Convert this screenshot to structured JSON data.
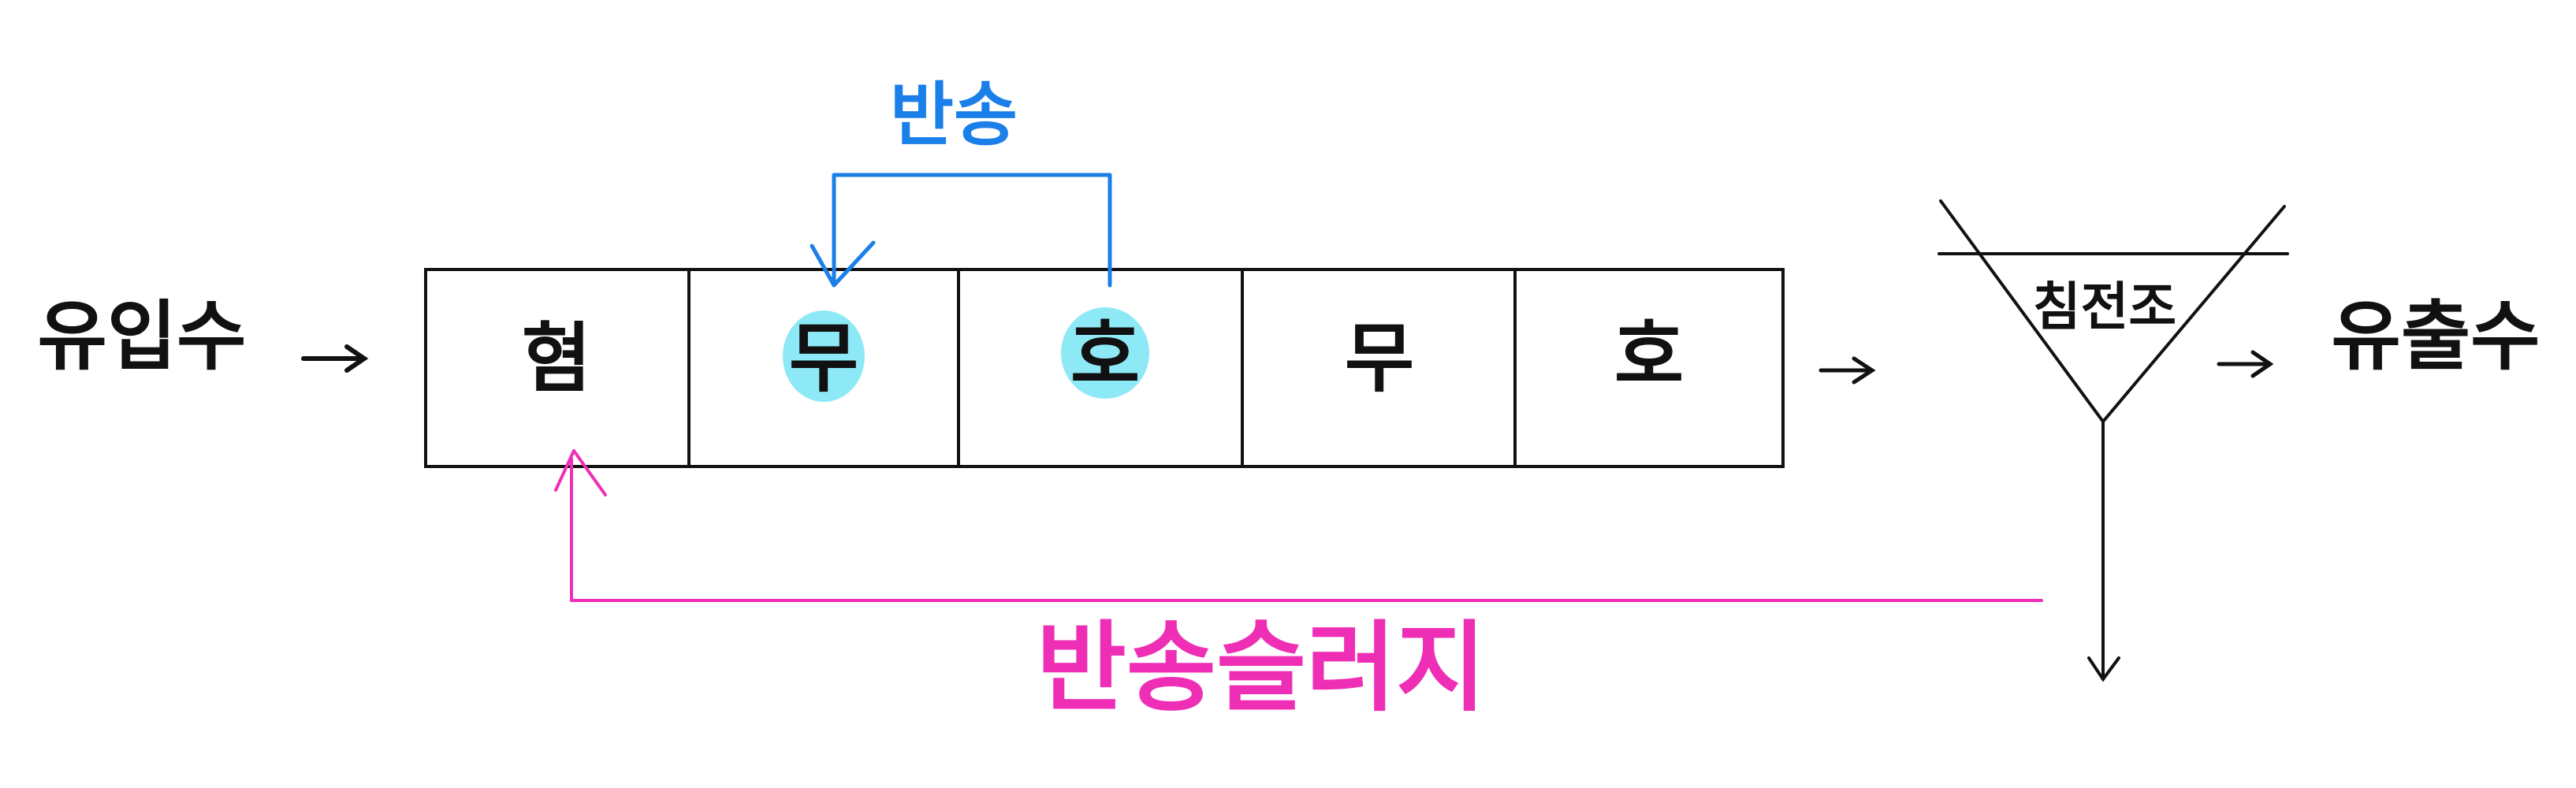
{
  "colors": {
    "ink": "#111111",
    "recycle_blue": "#1a7fe8",
    "sludge_pink": "#ee2fb6",
    "highlight_cyan": "#8ee9f7"
  },
  "labels": {
    "influent": "유입수",
    "effluent": "유출수",
    "clarifier": "침전조",
    "internal_recycle": "반송",
    "return_sludge": "반송슬러지"
  },
  "reactor": {
    "cells": [
      {
        "label": "혐",
        "highlighted": false
      },
      {
        "label": "무",
        "highlighted": true
      },
      {
        "label": "호",
        "highlighted": true
      },
      {
        "label": "무",
        "highlighted": false
      },
      {
        "label": "호",
        "highlighted": false
      }
    ]
  }
}
